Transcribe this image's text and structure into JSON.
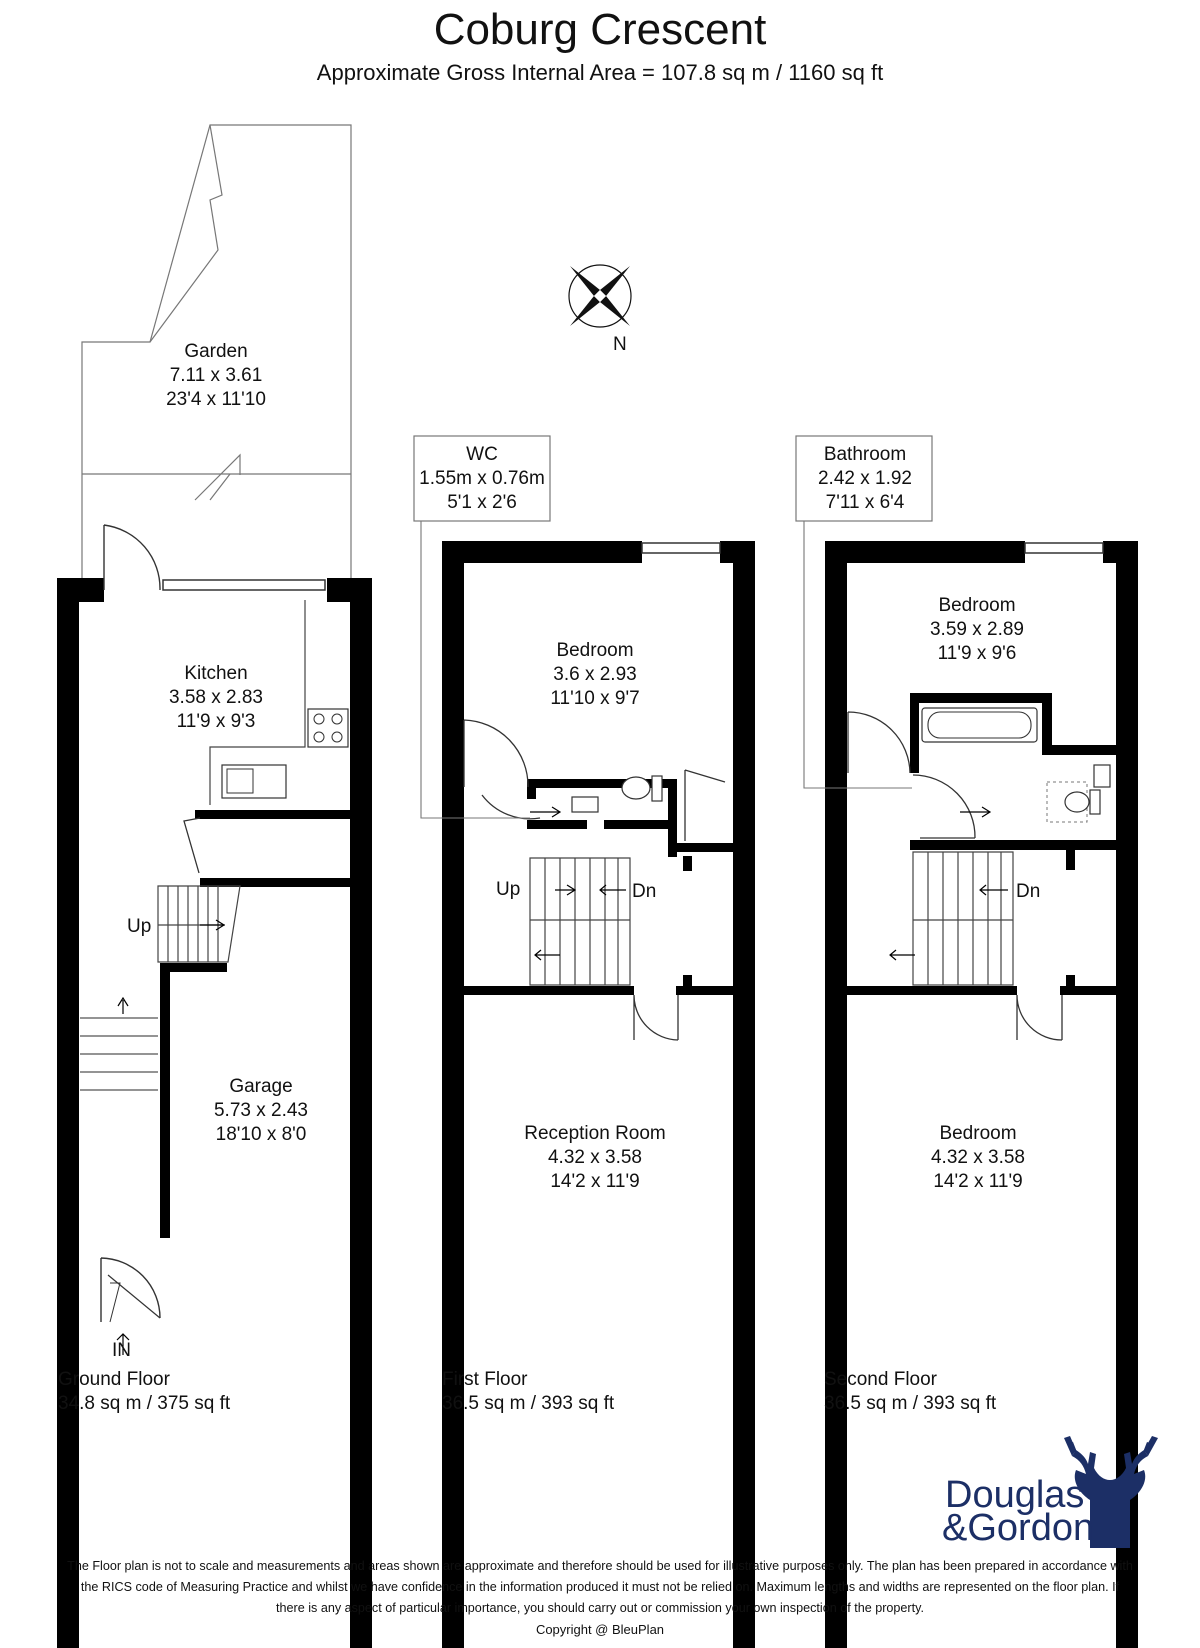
{
  "header": {
    "title": "Coburg Crescent",
    "subtitle": "Approximate Gross Internal Area = 107.8 sq m / 1160 sq ft"
  },
  "compass": {
    "label": "N"
  },
  "rooms": {
    "garden": {
      "name": "Garden",
      "metric": "7.11 x 3.61",
      "imperial": "23'4 x 11'10"
    },
    "kitchen": {
      "name": "Kitchen",
      "metric": "3.58 x 2.83",
      "imperial": "11'9 x 9'3"
    },
    "garage": {
      "name": "Garage",
      "metric": "5.73 x 2.43",
      "imperial": "18'10 x 8'0"
    },
    "wc": {
      "name": "WC",
      "metric": "1.55m x 0.76m",
      "imperial": "5'1 x 2'6"
    },
    "bedroom_first": {
      "name": "Bedroom",
      "metric": "3.6 x 2.93",
      "imperial": "11'10 x 9'7"
    },
    "reception": {
      "name": "Reception Room",
      "metric": "4.32 x 3.58",
      "imperial": "14'2 x 11'9"
    },
    "bathroom": {
      "name": "Bathroom",
      "metric": "2.42 x 1.92",
      "imperial": "7'11 x 6'4"
    },
    "bedroom_second_rear": {
      "name": "Bedroom",
      "metric": "3.59 x 2.89",
      "imperial": "11'9 x 9'6"
    },
    "bedroom_second_front": {
      "name": "Bedroom",
      "metric": "4.32 x 3.58",
      "imperial": "14'2 x 11'9"
    }
  },
  "markers": {
    "up": "Up",
    "down": "Dn",
    "entrance": "IN"
  },
  "floors": [
    {
      "name": "Ground Floor",
      "area": "34.8 sq m / 375 sq ft"
    },
    {
      "name": "First Floor",
      "area": "36.5 sq m / 393 sq ft"
    },
    {
      "name": "Second Floor",
      "area": "36.5 sq m / 393 sq ft"
    }
  ],
  "logo": {
    "line1": "Douglas",
    "line2": "&Gordon",
    "color": "#1c2f66"
  },
  "footer": {
    "disclaimer_lines": [
      "The Floor plan is not to scale and measurements and areas shown are approximate and therefore should be used for illustrative purposes only. The plan has been prepared in accordance with",
      "the RICS code of Measuring Practice and whilst we have confidence in the information produced it must not be relied on. Maximum lengths and widths are represented on the floor plan. If",
      "there is any aspect of particular importance, you should carry out or commission your own inspection of the property."
    ],
    "copyright": "Copyright @ BleuPlan"
  }
}
